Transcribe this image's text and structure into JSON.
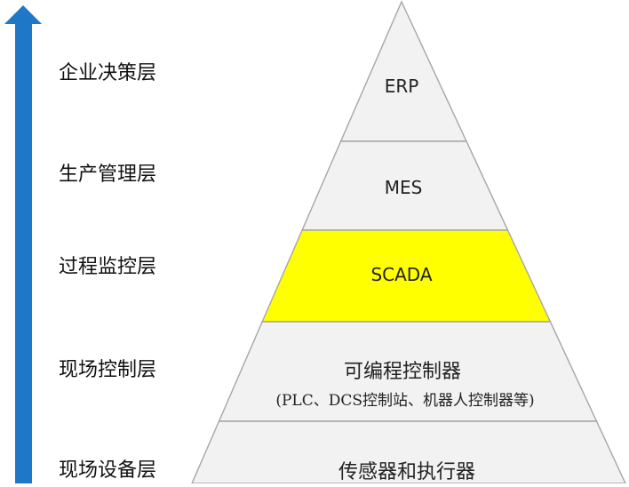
{
  "layers": [
    {
      "label": "企业决策层"
    },
    {
      "label": "生产管理层"
    },
    {
      "label": "过程监控层"
    },
    {
      "label": "现场控制层"
    },
    {
      "label": "现场设备层"
    }
  ],
  "tiers": [
    {
      "text": "ERP",
      "fill": "#f2f2f2"
    },
    {
      "text": "MES",
      "fill": "#f2f2f2"
    },
    {
      "text": "SCADA",
      "fill": "#ffff00"
    },
    {
      "text": "可编程控制器",
      "subtext": "(PLC、DCS控制站、机器人控制器等)",
      "fill": "#f2f2f2"
    },
    {
      "text": "传感器和执行器",
      "fill": "#f2f2f2"
    }
  ],
  "colors": {
    "arrow": "#1f77c8",
    "outline": "#a6a6a6",
    "background": "#ffffff",
    "highlight": "#ffff00"
  },
  "arrow_direction": "up"
}
